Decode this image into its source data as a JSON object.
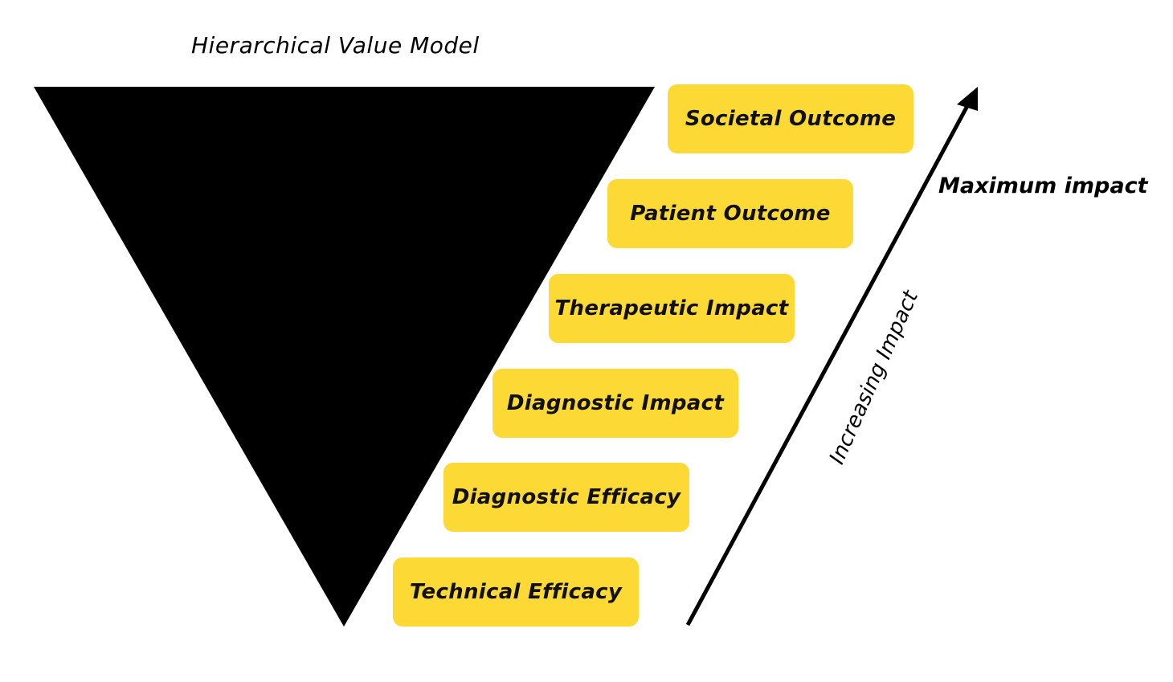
{
  "title": "Hierarchical Value Model",
  "levels": [
    {
      "label": "Societal Outcome"
    },
    {
      "label": "Patient Outcome"
    },
    {
      "label": "Therapeutic Impact"
    },
    {
      "label": "Diagnostic Impact"
    },
    {
      "label": "Diagnostic Efficacy"
    },
    {
      "label": "Technical Efficacy"
    }
  ],
  "arrow": {
    "end_label": "Maximum impact",
    "axis_label": "Increasing Impact"
  },
  "colors": {
    "triangle": "#000000",
    "box": "#FCD934",
    "arrow": "#000000"
  }
}
